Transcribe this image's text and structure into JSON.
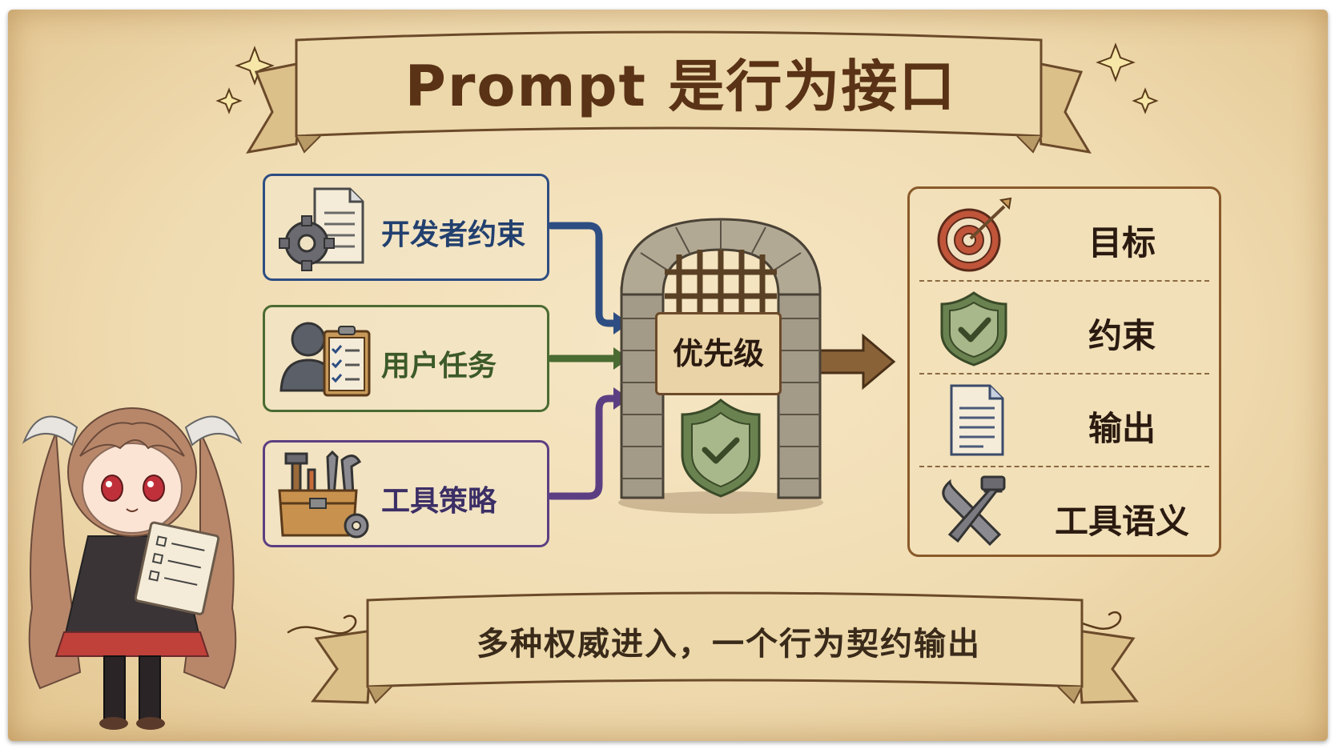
{
  "title": "Prompt 是行为接口",
  "subtitle": "多种权威进入，一个行为契约输出",
  "sources": [
    {
      "label": "开发者约束",
      "icon": "document-gear-icon",
      "color": "#2e4d82"
    },
    {
      "label": "用户任务",
      "icon": "user-clipboard-icon",
      "color": "#4a6b32"
    },
    {
      "label": "工具策略",
      "icon": "toolbox-icon",
      "color": "#5c3f82"
    }
  ],
  "gate": {
    "label": "优先级",
    "icon": "shield-check-icon"
  },
  "outputs": [
    {
      "label": "目标",
      "icon": "target-icon"
    },
    {
      "label": "约束",
      "icon": "shield-check-icon"
    },
    {
      "label": "输出",
      "icon": "document-icon"
    },
    {
      "label": "工具语义",
      "icon": "wrench-hammer-icon"
    }
  ]
}
